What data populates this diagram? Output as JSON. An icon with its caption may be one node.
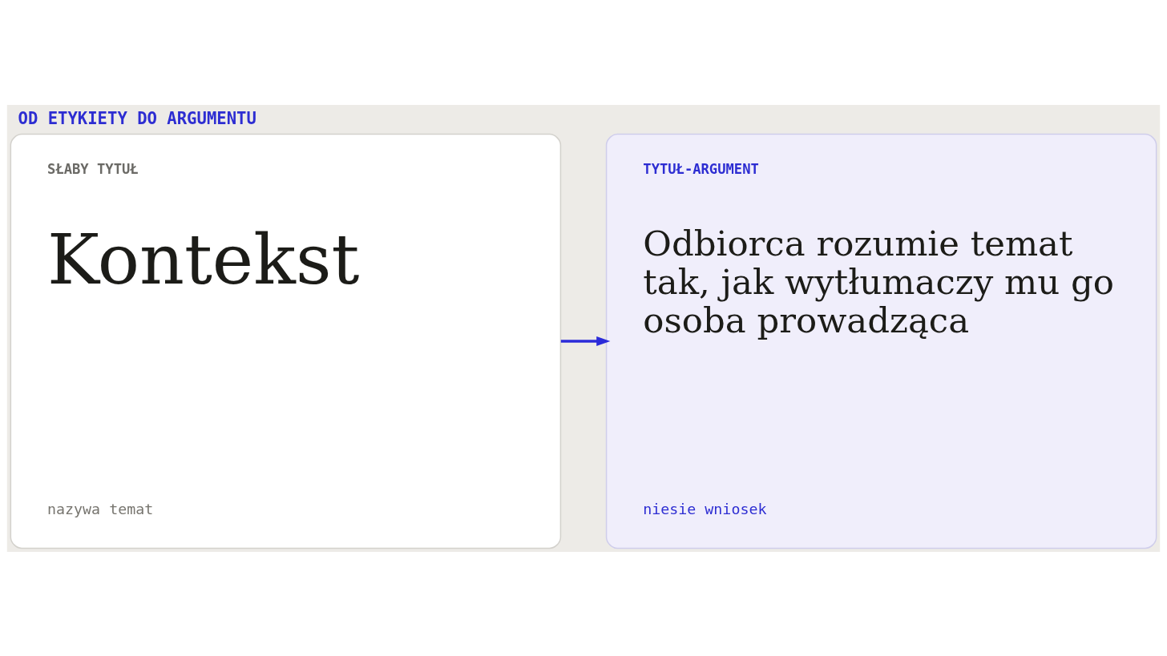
{
  "diagram": {
    "title": "OD ETYKIETY DO ARGUMENTU",
    "nodes": [
      {
        "text": [
          "SŁABY TYTUŁ",
          "Kontekst",
          "nazywa temat"
        ]
      },
      {
        "text": [
          "TYTUŁ-ARGUMENT",
          "Odbiorca rozumie temat tak, jak wytłumaczy mu go osoba prowadząca",
          "niesie wniosek"
        ]
      }
    ],
    "edges": [
      {
        "from": 0,
        "to": 1,
        "arrow": "to",
        "color": "#2b2bd9"
      }
    ]
  }
}
